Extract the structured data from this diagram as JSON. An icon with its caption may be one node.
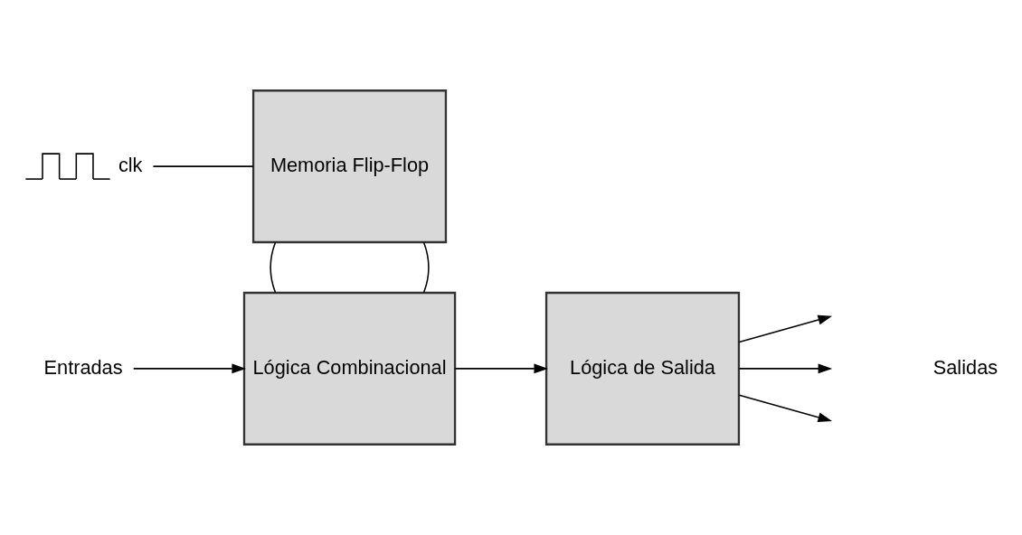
{
  "diagram": {
    "nodes": [
      {
        "text": [
          "Entradas"
        ]
      },
      {
        "text": [
          "Lógica Combinacional"
        ]
      },
      {
        "text": [
          "Lógica de Salida"
        ]
      },
      {
        "text": [
          "Memoria Flip-Flop"
        ]
      },
      {
        "text": [
          "clk"
        ]
      }
    ],
    "edges": [
      {
        "from": 0,
        "to": 1,
        "arrow": "to"
      },
      {
        "from": 1,
        "to": 2,
        "arrow": "to"
      },
      {
        "from": 1,
        "to": 3,
        "arrow": "none"
      },
      {
        "from": 3,
        "to": 1,
        "arrow": "none"
      },
      {
        "from": 2,
        "to": null,
        "arrow": "to"
      },
      {
        "from": 2,
        "to": null,
        "arrow": "to"
      },
      {
        "from": 2,
        "to": null,
        "arrow": "to"
      },
      {
        "from": 4,
        "to": 3,
        "arrow": "none"
      }
    ],
    "labels": [
      "Salidas"
    ]
  }
}
